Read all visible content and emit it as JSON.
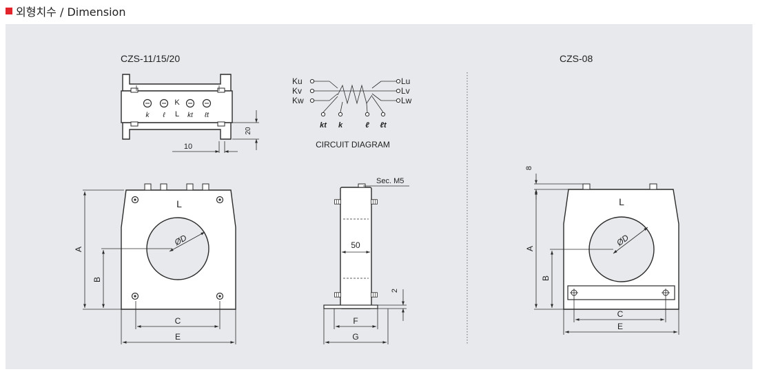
{
  "header": {
    "title": "외형치수 / Dimension",
    "accent": "#e1252b"
  },
  "panel": {
    "background": "#e8e9ec"
  },
  "models": {
    "left": "CZS-11/15/20",
    "right": "CZS-08"
  },
  "top_view": {
    "terminals": [
      "k",
      "ℓ",
      "kt",
      "ℓt"
    ],
    "center_top": "K",
    "center_bottom": "L",
    "dim_10": "10",
    "dim_20": "20"
  },
  "circuit": {
    "caption": "CIRCUIT DIAGRAM",
    "left_labels": [
      "Ku",
      "Kv",
      "Kw"
    ],
    "right_labels": [
      "Lu",
      "Lv",
      "Lw"
    ],
    "bottom_labels": [
      "kt",
      "k",
      "ℓ",
      "ℓt"
    ]
  },
  "front_view": {
    "mark": "L",
    "bore": "ØD",
    "A": "A",
    "B": "B",
    "C": "C",
    "E": "E"
  },
  "side_view": {
    "screw": "Sec. M5",
    "width": "50",
    "thickness": "2",
    "F": "F",
    "G": "G"
  },
  "czs08_view": {
    "mark": "L",
    "bore": "ØD",
    "top_dim": "8",
    "A": "A",
    "B": "B",
    "C": "C",
    "E": "E"
  }
}
